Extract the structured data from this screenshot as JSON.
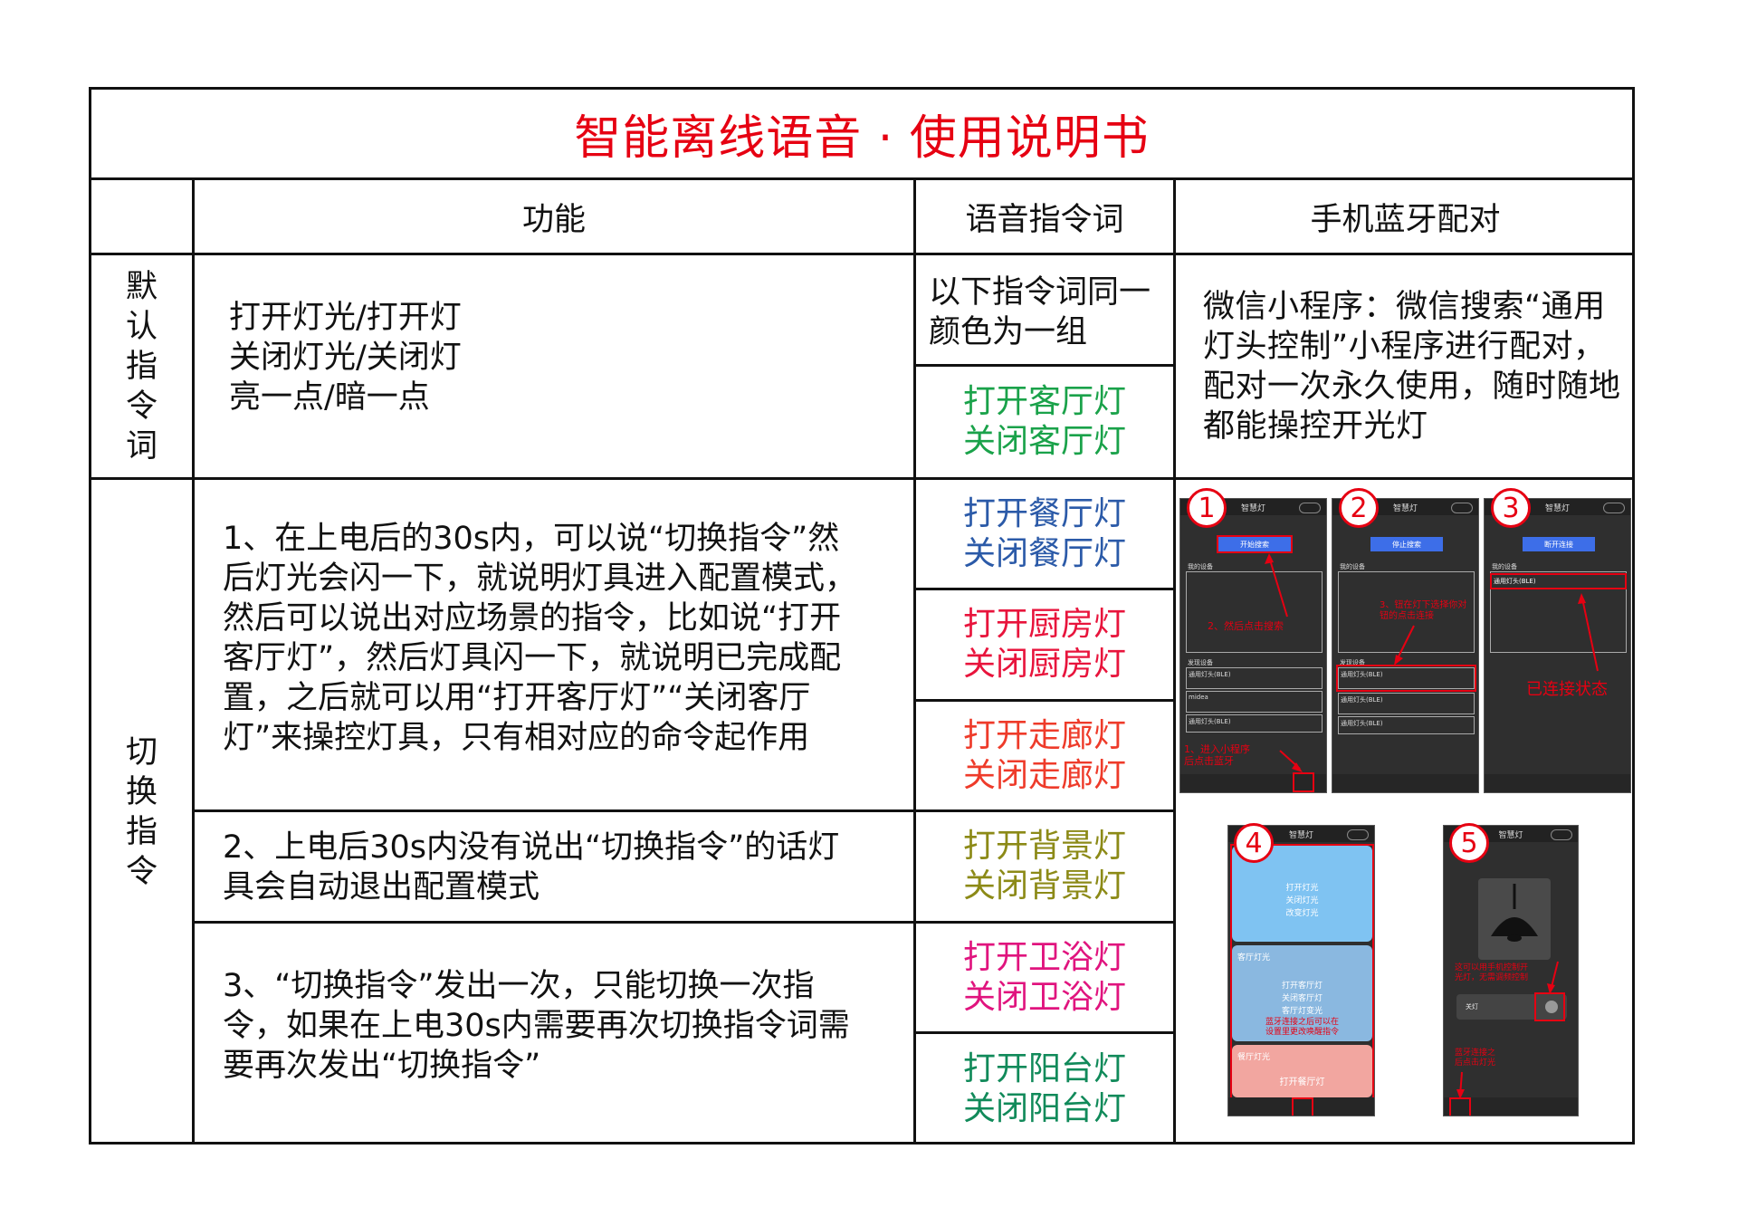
{
  "title": "智能离线语音 · 使用说明书",
  "headers": {
    "function": "功能",
    "voice": "语音指令词",
    "bluetooth": "手机蓝牙配对"
  },
  "row_default": {
    "label_chars": [
      "默",
      "认",
      "指",
      "令",
      "词"
    ],
    "function_lines": [
      "打开灯光/打开灯",
      "关闭灯光/关闭灯",
      "亮一点/暗一点"
    ],
    "voice_note_lines": [
      "以下指令词同一",
      "颜色为一组"
    ],
    "bluetooth_lines": [
      "微信小程序：微信搜索“通用",
      "灯头控制”小程序进行配对，",
      "配对一次永久使用，随时随地",
      "都能操控开光灯"
    ]
  },
  "row_switch": {
    "label_chars": [
      "切",
      "换",
      "指",
      "令"
    ],
    "step1_lines": [
      "1、在上电后的30s内，可以说“切换指令”然",
      "后灯光会闪一下，就说明灯具进入配置模式，",
      "然后可以说出对应场景的指令，比如说“打开",
      "客厅灯”，然后灯具闪一下，就说明已完成配",
      "置，之后就可以用“打开客厅灯”“关闭客厅",
      "灯”来操控灯具，只有相对应的命令起作用"
    ],
    "step2_lines": [
      "2、上电后30s内没有说出“切换指令”的话灯",
      "具会自动退出配置模式"
    ],
    "step3_lines": [
      "3、“切换指令”发出一次，只能切换一次指",
      "令，如果在上电30s内需要再次切换指令词需",
      "要再次发出“切换指令”"
    ]
  },
  "commands": [
    {
      "on": "打开客厅灯",
      "off": "关闭客厅灯",
      "color": "#1aa24a"
    },
    {
      "on": "打开餐厅灯",
      "off": "关闭餐厅灯",
      "color": "#2b5aa8"
    },
    {
      "on": "打开厨房灯",
      "off": "关闭厨房灯",
      "color": "#e8143c"
    },
    {
      "on": "打开走廊灯",
      "off": "关闭走廊灯",
      "color": "#ee3b2a"
    },
    {
      "on": "打开背景灯",
      "off": "关闭背景灯",
      "color": "#8c8a17"
    },
    {
      "on": "打开卫浴灯",
      "off": "关闭卫浴灯",
      "color": "#e0147e"
    },
    {
      "on": "打开阳台灯",
      "off": "关闭阳台灯",
      "color": "#118a5a"
    }
  ],
  "phones": {
    "app_title": "智慧灯",
    "p1": {
      "badge": "1",
      "search_btn": "开始搜索",
      "my_devices": "我的设备",
      "found": "发现设备",
      "dev1": "通用灯头(BLE)",
      "dev2": "midea",
      "dev3": "通用灯头(BLE)",
      "note1": "2、然后点击搜索",
      "note2a": "1、进入小程序",
      "note2b": "后点击蓝牙"
    },
    "p2": {
      "badge": "2",
      "stop_btn": "停止搜索",
      "my_devices": "我的设备",
      "found": "发现设备",
      "dev1": "通用灯头(BLE)",
      "dev2": "通用灯头(BLE)",
      "dev3": "通用灯头(BLE)",
      "note_a": "3、钮在灯下选择你对",
      "note_b": "钮的点击连接"
    },
    "p3": {
      "badge": "3",
      "disconnect_btn": "断开连接",
      "my_devices": "我的设备",
      "dev1": "通用灯头(BLE)",
      "status": "已连接状态"
    },
    "p4": {
      "badge": "4",
      "card1": [
        "打开灯光",
        "关闭灯光",
        "改变灯光"
      ],
      "card2_title": "客厅灯光",
      "card2": [
        "打开客厅灯",
        "关闭客厅灯",
        "客厅灯变光"
      ],
      "card2_note": [
        "蓝牙连接之后可以在",
        "设置里更改唤醒指令"
      ],
      "card3_title": "餐厅灯光",
      "card3": "打开餐厅灯"
    },
    "p5": {
      "badge": "5",
      "note_a": "这可以用手机控制开",
      "note_b": "光灯，无需调频控制",
      "toggle_label": "关灯",
      "note_c": "蓝牙连接之",
      "note_d": "后点击灯光"
    }
  }
}
